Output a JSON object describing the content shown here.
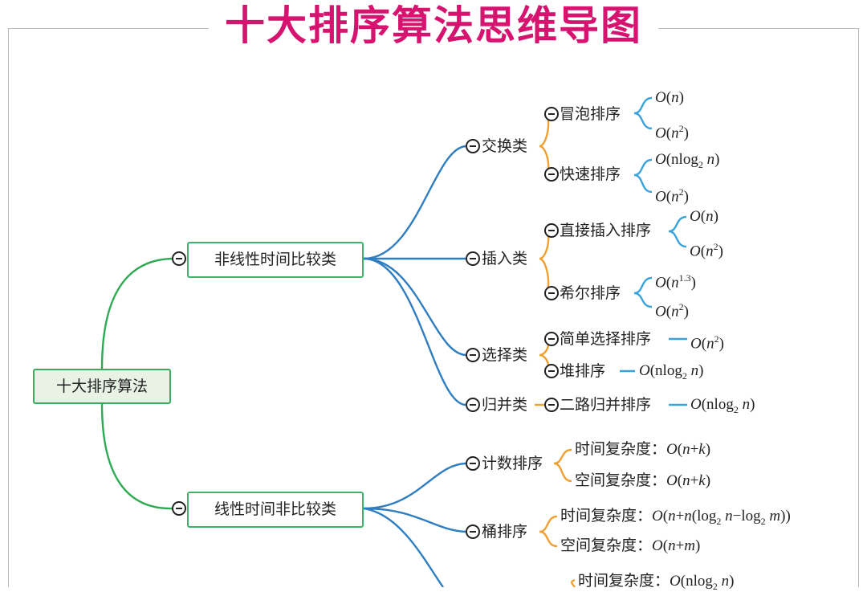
{
  "title": "十大排序算法思维导图",
  "root": {
    "label": "十大排序算法"
  },
  "nonlinear": {
    "label": "非线性时间比较类",
    "exchange": {
      "label": "交换类",
      "bubble": {
        "label": "冒泡排序",
        "best": "O(n)",
        "worst": "O(n²)"
      },
      "quick": {
        "label": "快速排序",
        "best": "O(nlog₂ n)",
        "worst": "O(n²)"
      }
    },
    "insert": {
      "label": "插入类",
      "direct": {
        "label": "直接插入排序",
        "best": "O(n)",
        "worst": "O(n²)"
      },
      "shell": {
        "label": "希尔排序",
        "best": "O(n1.3)",
        "worst": "O(n²)"
      }
    },
    "select": {
      "label": "选择类",
      "simple": {
        "label": "简单选择排序",
        "complexity": "O(n²)"
      },
      "heap": {
        "label": "堆排序",
        "complexity": "O(nlog₂ n)"
      }
    },
    "merge": {
      "label": "归并类",
      "twoway": {
        "label": "二路归并排序",
        "complexity": "O(nlog₂ n)"
      }
    }
  },
  "linear": {
    "label": "线性时间非比较类",
    "counting": {
      "label": "计数排序",
      "time": "时间复杂度：O(n+k)",
      "space": "空间复杂度：O(n+k)"
    },
    "bucket": {
      "label": "桶排序",
      "time": "时间复杂度：O(n+n(log₂ n−log₂ m))",
      "space": "空间复杂度：O(n+m)"
    },
    "partial": {
      "time": "时间复杂度：O(nlog₂ n)"
    }
  },
  "colors": {
    "title": "#d6136e",
    "root_to_l1": "#2eaa52",
    "l1_to_l2": "#2f7ec1",
    "bracket_l3": "#f0a030",
    "bracket_leaf": "#39a3dc",
    "box_border": "#3cb56a"
  }
}
